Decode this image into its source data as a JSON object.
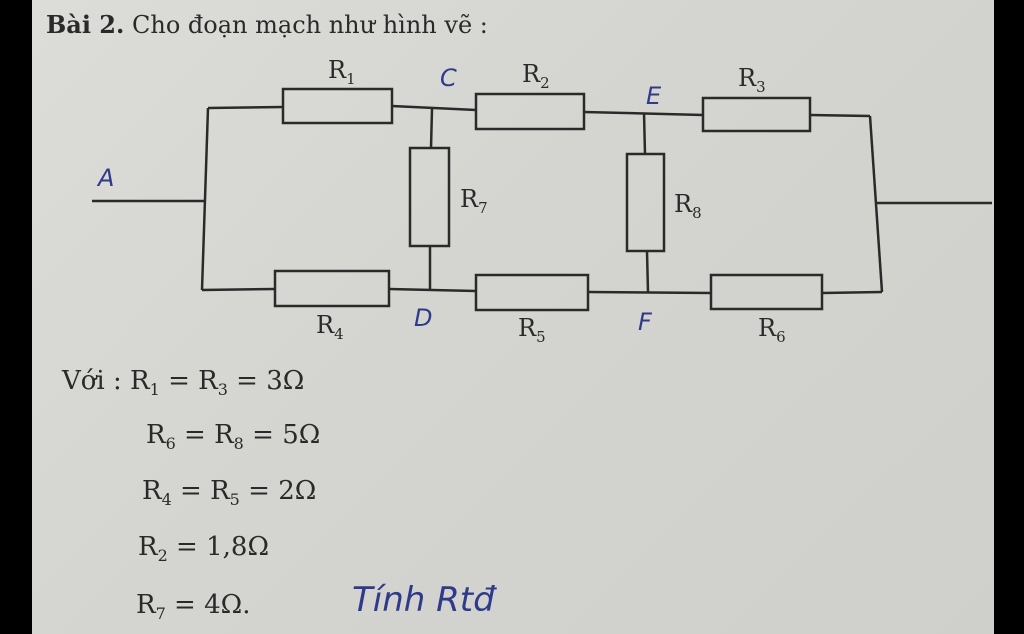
{
  "problem": {
    "number_label": "Bài 2.",
    "statement": "Cho đoạn mạch như hình vẽ :"
  },
  "circuit": {
    "node_labels": {
      "left": "A",
      "c": "C",
      "e": "E",
      "d": "D",
      "f": "F"
    },
    "resistors": {
      "r1": {
        "letter": "R",
        "index": "1"
      },
      "r2": {
        "letter": "R",
        "index": "2"
      },
      "r3": {
        "letter": "R",
        "index": "3"
      },
      "r4": {
        "letter": "R",
        "index": "4"
      },
      "r5": {
        "letter": "R",
        "index": "5"
      },
      "r6": {
        "letter": "R",
        "index": "6"
      },
      "r7": {
        "letter": "R",
        "index": "7"
      },
      "r8": {
        "letter": "R",
        "index": "8"
      }
    }
  },
  "given": {
    "prefix": "Với :",
    "lines": [
      {
        "terms": [
          {
            "l": "R",
            "s": "1"
          },
          {
            "l": "R",
            "s": "3"
          }
        ],
        "value": "3Ω"
      },
      {
        "terms": [
          {
            "l": "R",
            "s": "6"
          },
          {
            "l": "R",
            "s": "8"
          }
        ],
        "value": "5Ω"
      },
      {
        "terms": [
          {
            "l": "R",
            "s": "4"
          },
          {
            "l": "R",
            "s": "5"
          }
        ],
        "value": "2Ω"
      },
      {
        "terms": [
          {
            "l": "R",
            "s": "2"
          }
        ],
        "value": "1,8Ω"
      },
      {
        "terms": [
          {
            "l": "R",
            "s": "7"
          }
        ],
        "value": "4Ω."
      }
    ]
  },
  "handwritten_note": "Tính Rtđ"
}
